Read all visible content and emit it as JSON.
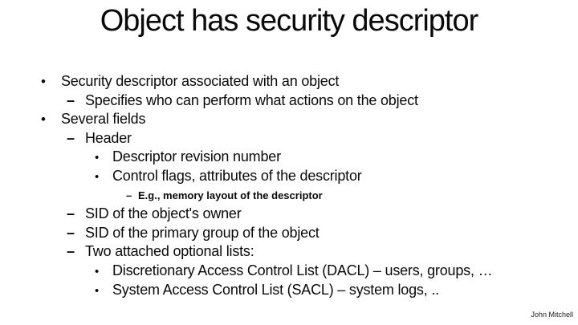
{
  "colors": {
    "background": "#ffffff",
    "text": "#0a0a0a"
  },
  "slide": {
    "title": "Object has security descriptor",
    "footer": "John Mitchell",
    "bullets": [
      {
        "level": 1,
        "marker": "•",
        "text": "Security descriptor associated with an object"
      },
      {
        "level": 2,
        "marker": "–",
        "text": "Specifies who can perform what actions on the object"
      },
      {
        "level": 1,
        "marker": "•",
        "text": "Several fields"
      },
      {
        "level": 2,
        "marker": "–",
        "text": "Header"
      },
      {
        "level": 3,
        "marker": "•",
        "text": "Descriptor revision number"
      },
      {
        "level": 3,
        "marker": "•",
        "text": "Control flags, attributes of the descriptor"
      },
      {
        "level": 4,
        "marker": "–",
        "text": "E.g., memory layout of the descriptor",
        "small": true
      },
      {
        "level": 2,
        "marker": "–",
        "text": "SID of the object's owner"
      },
      {
        "level": 2,
        "marker": "–",
        "text": "SID of the primary group of the object"
      },
      {
        "level": 2,
        "marker": "–",
        "text": "Two attached optional lists:"
      },
      {
        "level": 3,
        "marker": "•",
        "text": "Discretionary Access Control List (DACL) – users, groups, …"
      },
      {
        "level": 3,
        "marker": "•",
        "text": "System Access Control List (SACL) – system logs, .."
      }
    ]
  }
}
